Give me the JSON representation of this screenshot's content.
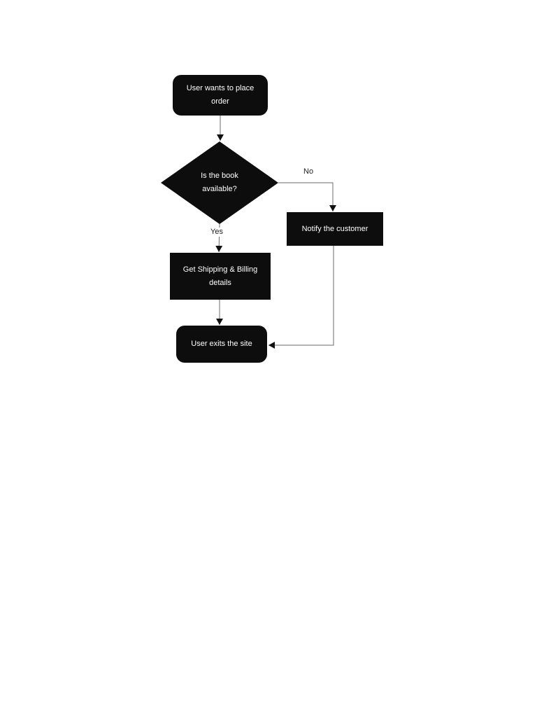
{
  "page": {
    "background": "#ffffff"
  },
  "flowchart": {
    "nodes": {
      "start": {
        "label": "User wants to place order",
        "shape": "rounded-rectangle"
      },
      "decision": {
        "label": "Is the book available?",
        "shape": "diamond"
      },
      "notify": {
        "label": "Notify the customer",
        "shape": "rectangle"
      },
      "shipping": {
        "label": "Get Shipping & Billing details",
        "shape": "rectangle"
      },
      "exit": {
        "label": "User exits the site",
        "shape": "rounded-rectangle"
      }
    },
    "edges": [
      {
        "from": "start",
        "to": "decision",
        "label": ""
      },
      {
        "from": "decision",
        "to": "notify",
        "label": "No"
      },
      {
        "from": "decision",
        "to": "shipping",
        "label": "Yes"
      },
      {
        "from": "shipping",
        "to": "exit",
        "label": ""
      },
      {
        "from": "notify",
        "to": "exit",
        "label": ""
      }
    ],
    "colors": {
      "node_fill": "#0d0d0d",
      "node_text": "#ffffff",
      "connector": "#6b6b6b",
      "arrowhead": "#111111",
      "edge_label_text": "#222222",
      "background": "#ffffff"
    }
  }
}
